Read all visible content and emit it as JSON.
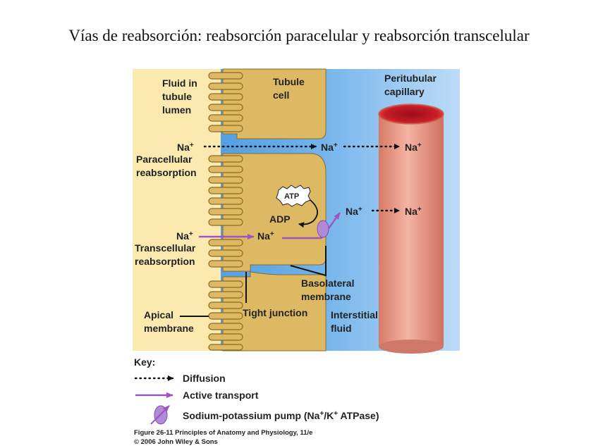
{
  "title": "Vías de reabsorción: reabsorción paracelular y reabsorción transcelular",
  "labels": {
    "fluid_lumen": [
      "Fluid in",
      "tubule",
      "lumen"
    ],
    "tubule_cell": [
      "Tubule",
      "cell"
    ],
    "capillary": [
      "Peritubular",
      "capillary"
    ],
    "paracellular": [
      "Paracellular",
      "reabsorption"
    ],
    "transcellular": [
      "Transcellular",
      "reabsorption"
    ],
    "basolateral": [
      "Basolateral",
      "membrane"
    ],
    "apical": [
      "Apical",
      "membrane"
    ],
    "tight_junction": "Tight junction",
    "interstitial": [
      "Interstitial",
      "fluid"
    ],
    "na": "Na",
    "plus": "+",
    "atp": "ATP",
    "adp": "ADP"
  },
  "key": {
    "heading": "Key:",
    "diffusion": "Diffusion",
    "active": "Active transport",
    "pump_pre": "Sodium-potassium pump (Na",
    "pump_mid": "/K",
    "pump_post": " ATPase)"
  },
  "caption": {
    "line1": "Figure 26-11  Principles of Anatomy and Physiology, 11/e",
    "line2": "© 2006 John Wiley & Sons"
  },
  "colors": {
    "lumen": "#fbe9b0",
    "cell": "#deb963",
    "interstitial": "#4d9be0",
    "capillary": "#e89a86",
    "active_arrow": "#9b56c4",
    "pump": "#b08ad6"
  }
}
